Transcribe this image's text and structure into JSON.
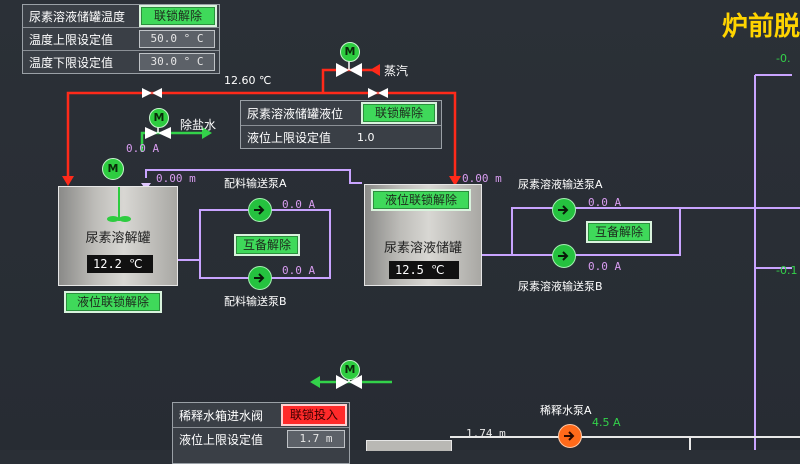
{
  "header_title": "炉前脱",
  "temp_panel": {
    "title": "尿素溶液储罐温度",
    "interlock_label": "联锁解除",
    "rows": [
      {
        "label": "温度上限设定值",
        "value": "50.0 ° C"
      },
      {
        "label": "温度下限设定值",
        "value": "30.0 ° C"
      }
    ]
  },
  "level_panel": {
    "title": "尿素溶液储罐液位",
    "interlock_label": "联锁解除",
    "row_label": "液位上限设定值",
    "row_value": "1.0"
  },
  "dilute_panel": {
    "title": "稀释水箱进水阀",
    "interlock_label": "联锁投入",
    "row_label": "液位上限设定值",
    "row_value": "1.7 m"
  },
  "labels": {
    "steam": "蒸汽",
    "desalted_water": "除盐水",
    "pipe_temp": "12.60 ℃",
    "feed_pump_a": "配料输送泵A",
    "feed_pump_b": "配料输送泵B",
    "urea_pump_a": "尿素溶液输送泵A",
    "urea_pump_b": "尿素溶液输送泵B",
    "dilution_pump_a": "稀释水泵A"
  },
  "readings": {
    "flow_dissolve_in": "0.0 A",
    "flow_dissolve_top": "0.00 m",
    "flow_storage_top": "0.00 m",
    "feed_pump_a": "0.0 A",
    "feed_pump_b": "0.0 A",
    "urea_pump_a": "0.0 A",
    "urea_pump_b": "0.0 A",
    "dilution_level": "1.74 m",
    "dilution_pump_a": "4.5 A",
    "right_top": "-0.",
    "right_mid": "-0.1"
  },
  "dissolve_tank": {
    "name": "尿素溶解罐",
    "temp": "12.2 ℃",
    "button": "液位联锁解除"
  },
  "storage_tank": {
    "name": "尿素溶液储罐",
    "temp": "12.5 ℃",
    "button": "液位联锁解除"
  },
  "buttons": {
    "feed_standby": "互备解除",
    "urea_standby": "互备解除"
  },
  "motor_letter": "M"
}
